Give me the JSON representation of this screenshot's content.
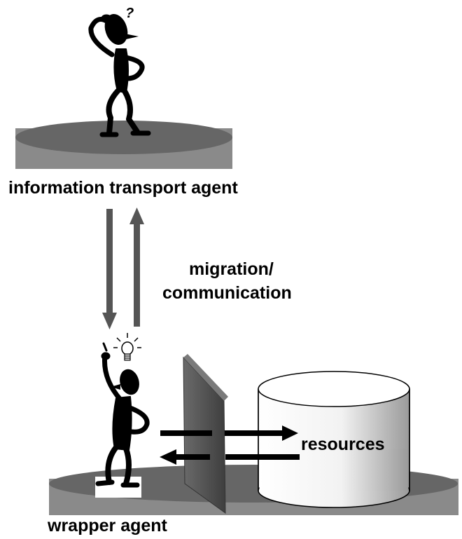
{
  "labels": {
    "info_agent": "information transport agent",
    "migration_line1": "migration/",
    "migration_line2": "communication",
    "resources": "resources",
    "wrapper_agent": "wrapper agent",
    "question_mark": "?"
  },
  "colors": {
    "platform_top": "#666666",
    "platform_side": "#8a8a8a",
    "arrow": "#555555",
    "figure": "#000000",
    "wall": "#555555"
  },
  "icons": {
    "top_figure": "confused-person-icon",
    "bottom_figure": "idea-person-icon",
    "lightbulb": "lightbulb-icon",
    "database": "database-cylinder-icon"
  }
}
